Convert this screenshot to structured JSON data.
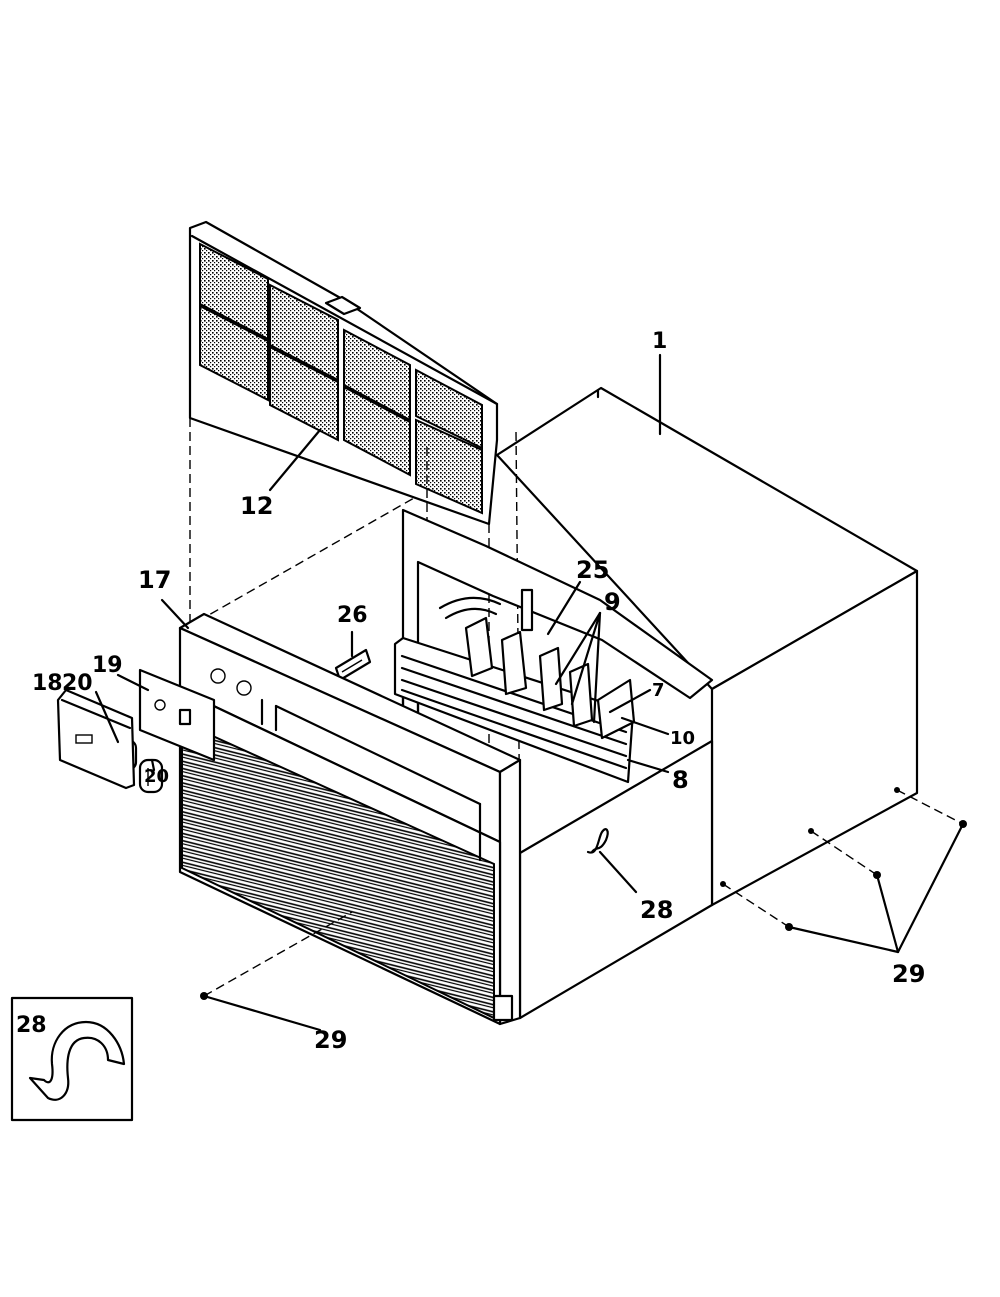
{
  "labels": {
    "l1": "1",
    "l12": "12",
    "l17": "17",
    "l25": "25",
    "l9": "9",
    "l26": "26",
    "l19": "19",
    "l18": "18",
    "l20a": "20",
    "l20b": "20",
    "l7": "7",
    "l10": "10",
    "l8": "8",
    "l28": "28",
    "l29a": "29",
    "l29b": "29",
    "inset28": "28"
  },
  "colors": {
    "line": "#000000",
    "background": "#ffffff"
  }
}
